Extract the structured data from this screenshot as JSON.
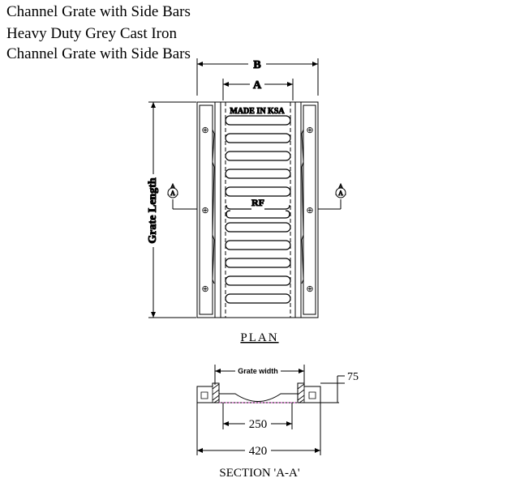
{
  "titles": [
    "Channel Grate with Side Bars",
    "Heavy Duty Grey Cast Iron",
    "Channel Grate with Side Bars"
  ],
  "plan": {
    "dim_b": "B",
    "dim_a": "A",
    "stamp": "MADE IN KSA",
    "center_mark": "RF",
    "grate_length": "Grate Length",
    "section_marker": "A",
    "label": "PLAN"
  },
  "section": {
    "grate_width": "Grate width",
    "depth": "75",
    "inner_width": "250",
    "outer_width": "420",
    "label": "SECTION 'A-A'"
  },
  "colors": {
    "line": "#000000",
    "arrow_fill": "#2b2b2b",
    "dashed_accent": "#d23cbf"
  }
}
